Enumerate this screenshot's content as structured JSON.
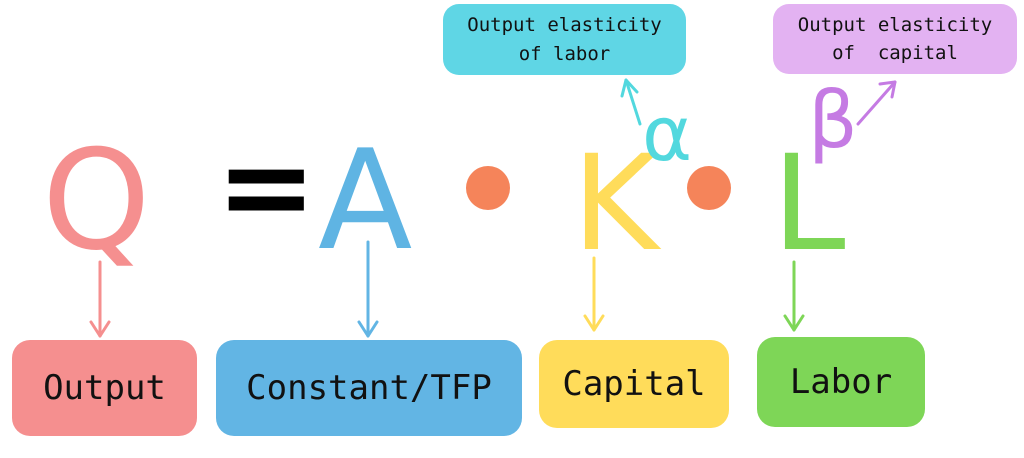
{
  "equation": {
    "output_symbol": "Q",
    "equals_symbol": "=",
    "tfp_symbol": "A",
    "capital_symbol": "K",
    "labor_symbol": "L",
    "alpha_symbol": "α",
    "beta_symbol": "β"
  },
  "labels": {
    "output": "Output",
    "tfp": "Constant/TFP",
    "capital": "Capital",
    "labor": "Labor"
  },
  "notes": {
    "labor_elasticity_line1": "Output elasticity",
    "labor_elasticity_line2": "of labor",
    "capital_elasticity_line1": "Output elasticity",
    "capital_elasticity_line2": "of  capital"
  },
  "colors": {
    "output": "#f58f8f",
    "tfp": "#62b5e4",
    "capital": "#ffdc5a",
    "labor": "#7ed657",
    "alpha": "#52d8de",
    "beta": "#c57be3",
    "dot": "#f5845a"
  }
}
